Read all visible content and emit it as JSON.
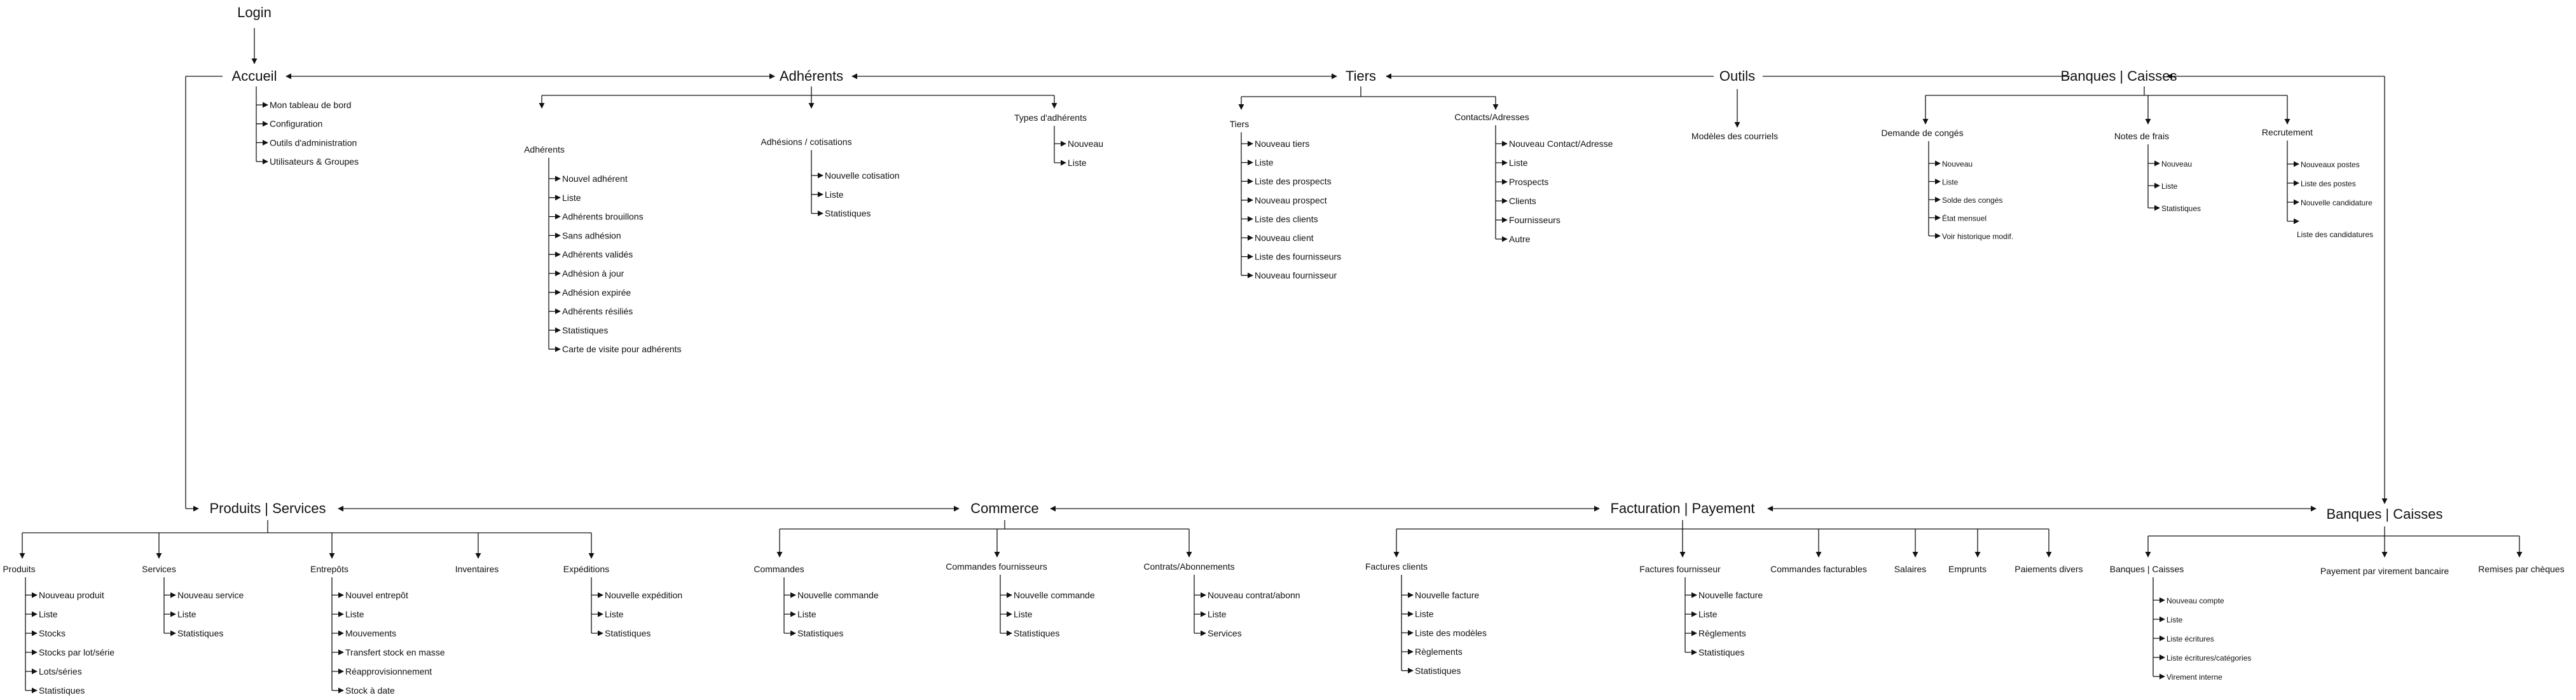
{
  "login": "Login",
  "accueil": {
    "title": "Accueil",
    "items": [
      "Mon tableau de bord",
      "Configuration",
      "Outils d'administration",
      "Utilisateurs & Groupes"
    ]
  },
  "adherents": {
    "title": "Adhérents",
    "sections": [
      {
        "label": "Adhérents",
        "items": [
          "Nouvel adhérent",
          "Liste",
          "Adhérents brouillons",
          "Sans adhésion",
          "Adhérents validés",
          "Adhésion à jour",
          "Adhésion expirée",
          "Adhérents résiliés",
          "Statistiques",
          "Carte de visite pour adhérents"
        ]
      },
      {
        "label": "Adhésions / cotisations",
        "items": [
          "Nouvelle cotisation",
          "Liste",
          "Statistiques"
        ]
      },
      {
        "label": "Types d'adhérents",
        "items": [
          "Nouveau",
          "Liste"
        ]
      }
    ]
  },
  "tiers": {
    "title": "Tiers",
    "sections": [
      {
        "label": "Tiers",
        "items": [
          "Nouveau tiers",
          "Liste",
          "Liste des prospects",
          "Nouveau prospect",
          "Liste des clients",
          "Nouveau client",
          "Liste des fournisseurs",
          "Nouveau fournisseur"
        ]
      },
      {
        "label": "Contacts/Adresses",
        "items": [
          "Nouveau Contact/Adresse",
          "Liste",
          "Prospects",
          "Clients",
          "Fournisseurs",
          "Autre"
        ]
      }
    ]
  },
  "outils": {
    "title": "Outils",
    "sections": [
      {
        "label": "Modèles des courriels",
        "items": []
      }
    ]
  },
  "banques_top": {
    "title": "Banques | Caisses",
    "sections": [
      {
        "label": "Demande de congés",
        "items": [
          "Nouveau",
          "Liste",
          "Solde des congés",
          "État mensuel",
          "Voir historique modif."
        ]
      },
      {
        "label": "Notes de frais",
        "items": [
          "Nouveau",
          "Liste",
          "Statistiques"
        ]
      },
      {
        "label": "Recrutement",
        "items": [
          "Nouveaux postes",
          "Liste des postes",
          "Nouvelle candidature",
          "Liste des candidatures"
        ]
      }
    ]
  },
  "produits": {
    "title": "Produits | Services",
    "sections": [
      {
        "label": "Produits",
        "items": [
          "Nouveau produit",
          "Liste",
          "Stocks",
          "Stocks par lot/série",
          "Lots/séries",
          "Statistiques"
        ]
      },
      {
        "label": "Services",
        "items": [
          "Nouveau service",
          "Liste",
          "Statistiques"
        ]
      },
      {
        "label": "Entrepôts",
        "items": [
          "Nouvel entrepôt",
          "Liste",
          "Mouvements",
          "Transfert stock en masse",
          "Réapprovisionnement",
          "Stock à date"
        ]
      },
      {
        "label": "Inventaires",
        "items": []
      },
      {
        "label": "Expéditions",
        "items": [
          "Nouvelle expédition",
          "Liste",
          "Statistiques"
        ]
      }
    ]
  },
  "commerce": {
    "title": "Commerce",
    "sections": [
      {
        "label": "Commandes",
        "items": [
          "Nouvelle commande",
          "Liste",
          "Statistiques"
        ]
      },
      {
        "label": "Commandes fournisseurs",
        "items": [
          "Nouvelle commande",
          "Liste",
          "Statistiques"
        ]
      },
      {
        "label": "Contrats/Abonnements",
        "items": [
          "Nouveau contrat/abonn",
          "Liste",
          "Services"
        ]
      }
    ]
  },
  "facturation": {
    "title": "Facturation | Payement",
    "sections": [
      {
        "label": "Factures clients",
        "items": [
          "Nouvelle facture",
          "Liste",
          "Liste des modèles",
          "Règlements",
          "Statistiques"
        ]
      },
      {
        "label": "Factures fournisseur",
        "items": [
          "Nouvelle facture",
          "Liste",
          "Règlements",
          "Statistiques"
        ]
      },
      {
        "label": "Commandes facturables",
        "items": []
      },
      {
        "label": "Salaires",
        "items": []
      },
      {
        "label": "Emprunts",
        "items": []
      },
      {
        "label": "Paiements divers",
        "items": []
      }
    ]
  },
  "banques_bottom": {
    "title": "Banques | Caisses",
    "sections": [
      {
        "label": "Banques | Caisses",
        "items": [
          "Nouveau compte",
          "Liste",
          "Liste écritures",
          "Liste écritures/catégories",
          "Virement interne"
        ]
      },
      {
        "label": "Payement par virement bancaire",
        "items": []
      },
      {
        "label": "Remises par chèques",
        "items": []
      }
    ]
  }
}
